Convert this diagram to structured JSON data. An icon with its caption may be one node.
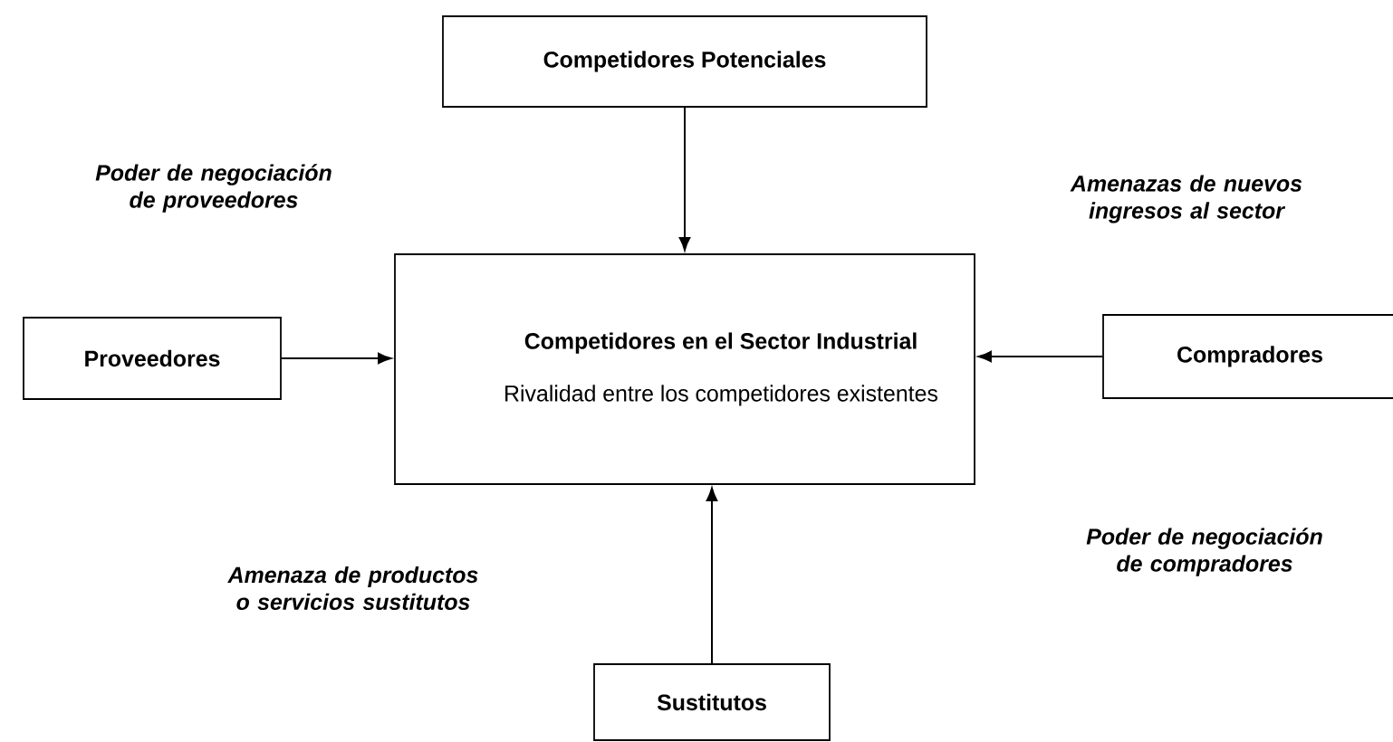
{
  "diagram": {
    "nodes": [
      {
        "text": [
          "Competidores Potenciales"
        ]
      },
      {
        "text": [
          "Proveedores"
        ]
      },
      {
        "text": [
          "Competidores en el Sector Industrial",
          "Rivalidad entre los competidores existentes"
        ]
      },
      {
        "text": [
          "Compradores"
        ]
      },
      {
        "text": [
          "Sustitutos"
        ]
      }
    ],
    "edges": [
      {
        "from": 0,
        "to": 2,
        "arrow": "to"
      },
      {
        "from": 1,
        "to": 2,
        "arrow": "to"
      },
      {
        "from": 3,
        "to": 2,
        "arrow": "to"
      },
      {
        "from": 4,
        "to": 2,
        "arrow": "to"
      }
    ],
    "labels": [
      "Poder de negociación de proveedores",
      "Amenazas de nuevos ingresos al sector",
      "Poder de negociación de compradores",
      "Amenaza de productos o servicios sustitutos"
    ]
  }
}
